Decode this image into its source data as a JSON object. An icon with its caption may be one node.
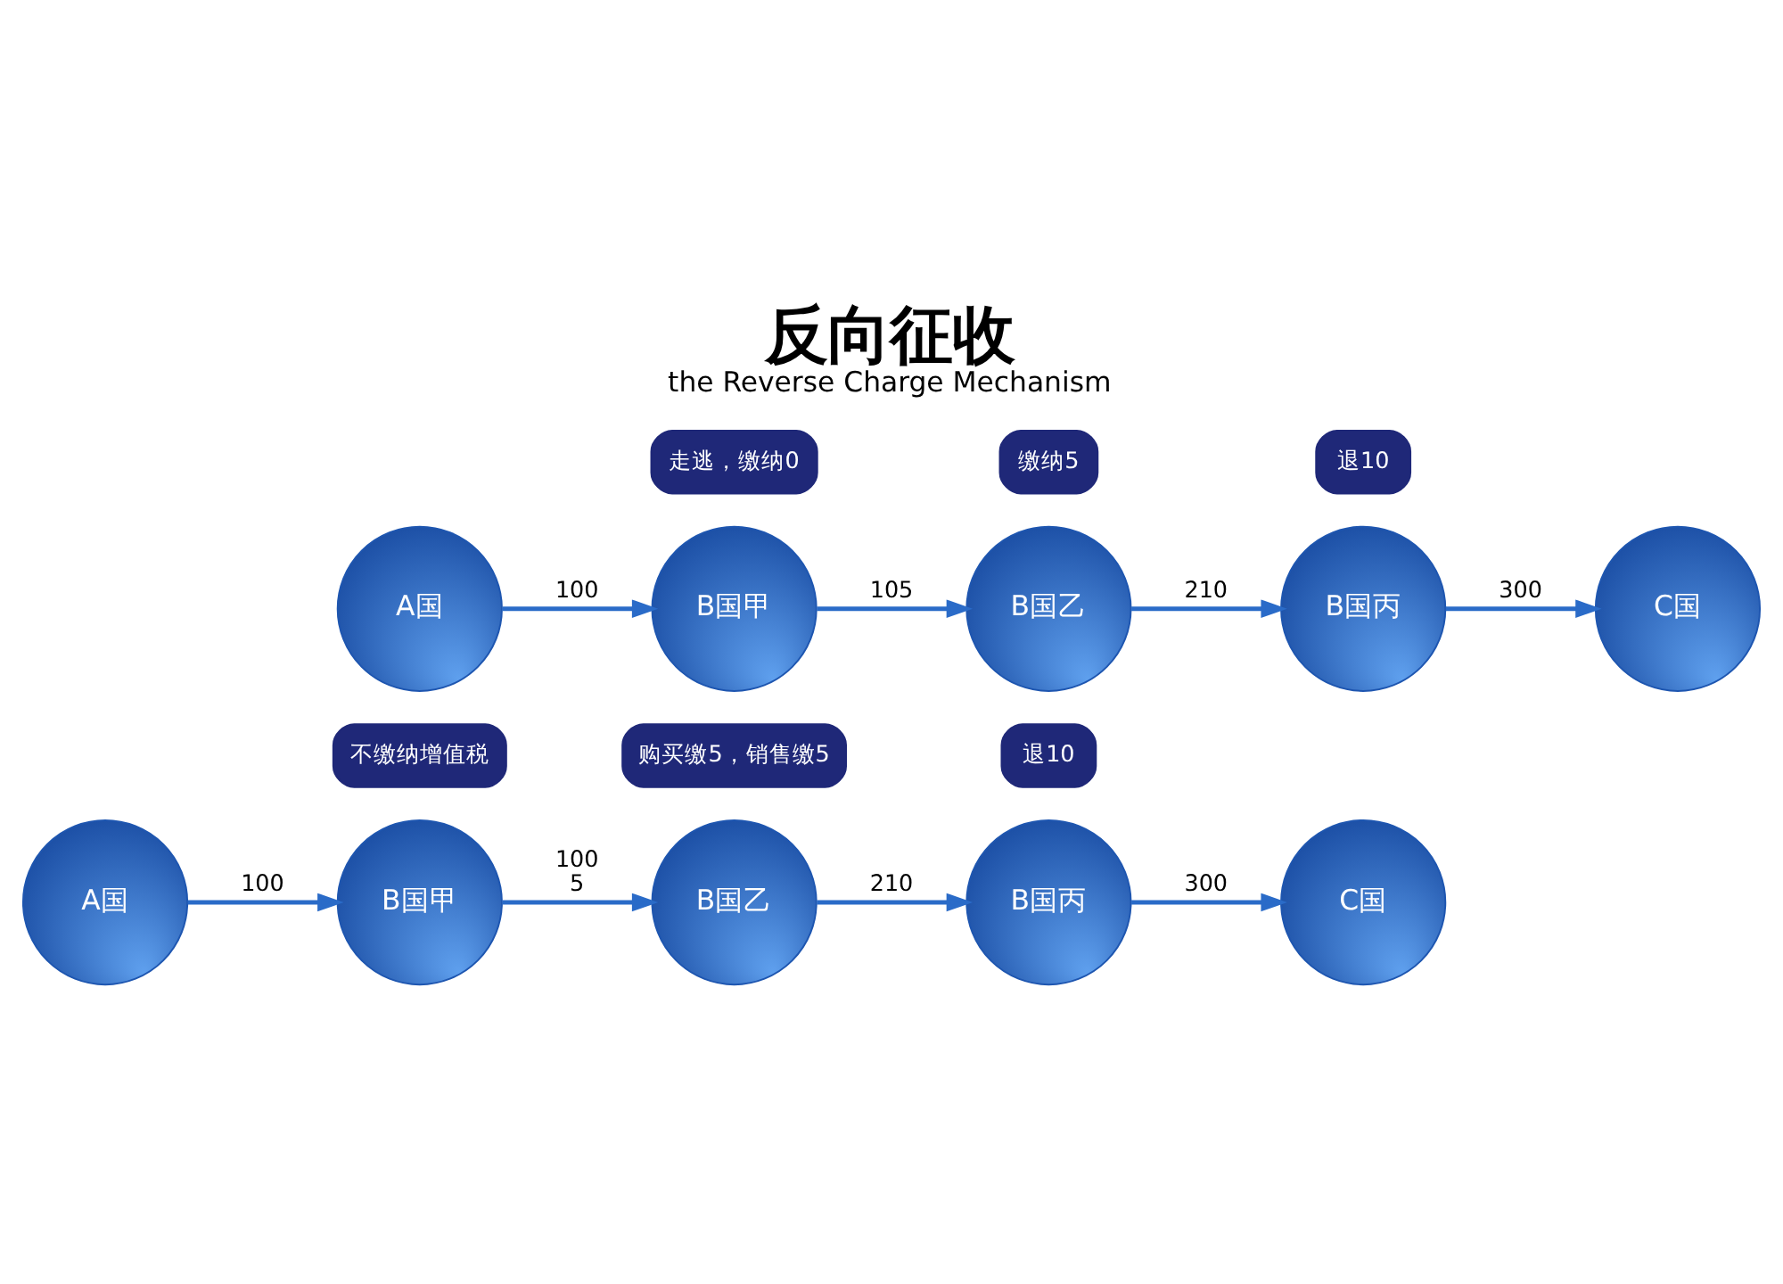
{
  "diagram": {
    "title": "反向征收",
    "caption": "the Reverse Charge Mechanism",
    "nodes": [
      {
        "text": [
          "A国"
        ]
      },
      {
        "text": [
          "B国甲"
        ],
        "beside": [
          "走逃，缴纳0"
        ]
      },
      {
        "text": [
          "B国乙"
        ],
        "beside": [
          "缴纳5"
        ]
      },
      {
        "text": [
          "B国丙"
        ],
        "beside": [
          "退10"
        ]
      },
      {
        "text": [
          "C国"
        ]
      },
      {
        "text": [
          "A国"
        ]
      },
      {
        "text": [
          "B国甲"
        ],
        "beside": [
          "不缴纳增值税"
        ]
      },
      {
        "text": [
          "B国乙"
        ],
        "beside": [
          "购买缴5，销售缴5"
        ]
      },
      {
        "text": [
          "B国丙"
        ],
        "beside": [
          "退10"
        ]
      },
      {
        "text": [
          "C国"
        ]
      }
    ],
    "edges": [
      {
        "from": 0,
        "to": 1,
        "arrow": "to",
        "label": "100"
      },
      {
        "from": 1,
        "to": 2,
        "arrow": "to",
        "label": "105"
      },
      {
        "from": 2,
        "to": 3,
        "arrow": "to",
        "label": "210"
      },
      {
        "from": 3,
        "to": 4,
        "arrow": "to",
        "label": "300"
      },
      {
        "from": 5,
        "to": 6,
        "arrow": "to",
        "label": "100"
      },
      {
        "from": 6,
        "to": 7,
        "arrow": "to",
        "label": "100 5"
      },
      {
        "from": 7,
        "to": 8,
        "arrow": "to",
        "label": "210"
      },
      {
        "from": 8,
        "to": 9,
        "arrow": "to",
        "label": "300"
      }
    ]
  }
}
